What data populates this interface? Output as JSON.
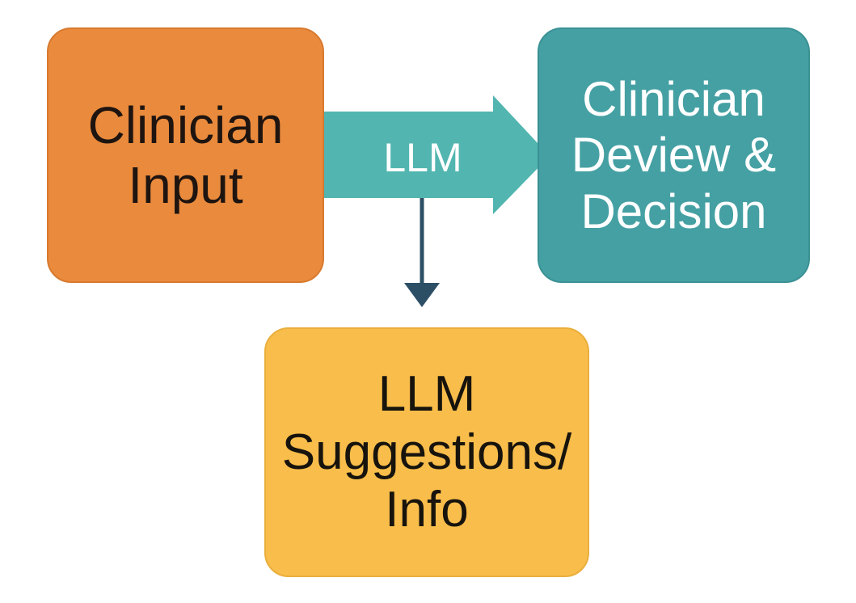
{
  "nodes": {
    "input": {
      "label": "Clinician\nInput",
      "color": "#e98a3c"
    },
    "review": {
      "label": "Clinician\nDeview &\nDecision",
      "color": "#45a0a3"
    },
    "suggestions": {
      "label": "LLM\nSuggestions/\nInfo",
      "color": "#f8bd4a"
    }
  },
  "edges": {
    "main": {
      "label": "LLM",
      "from": "input",
      "to": "review",
      "color": "#52b5b0"
    },
    "branch": {
      "label": "",
      "from": "main",
      "to": "suggestions",
      "color": "#2d4f66"
    }
  }
}
